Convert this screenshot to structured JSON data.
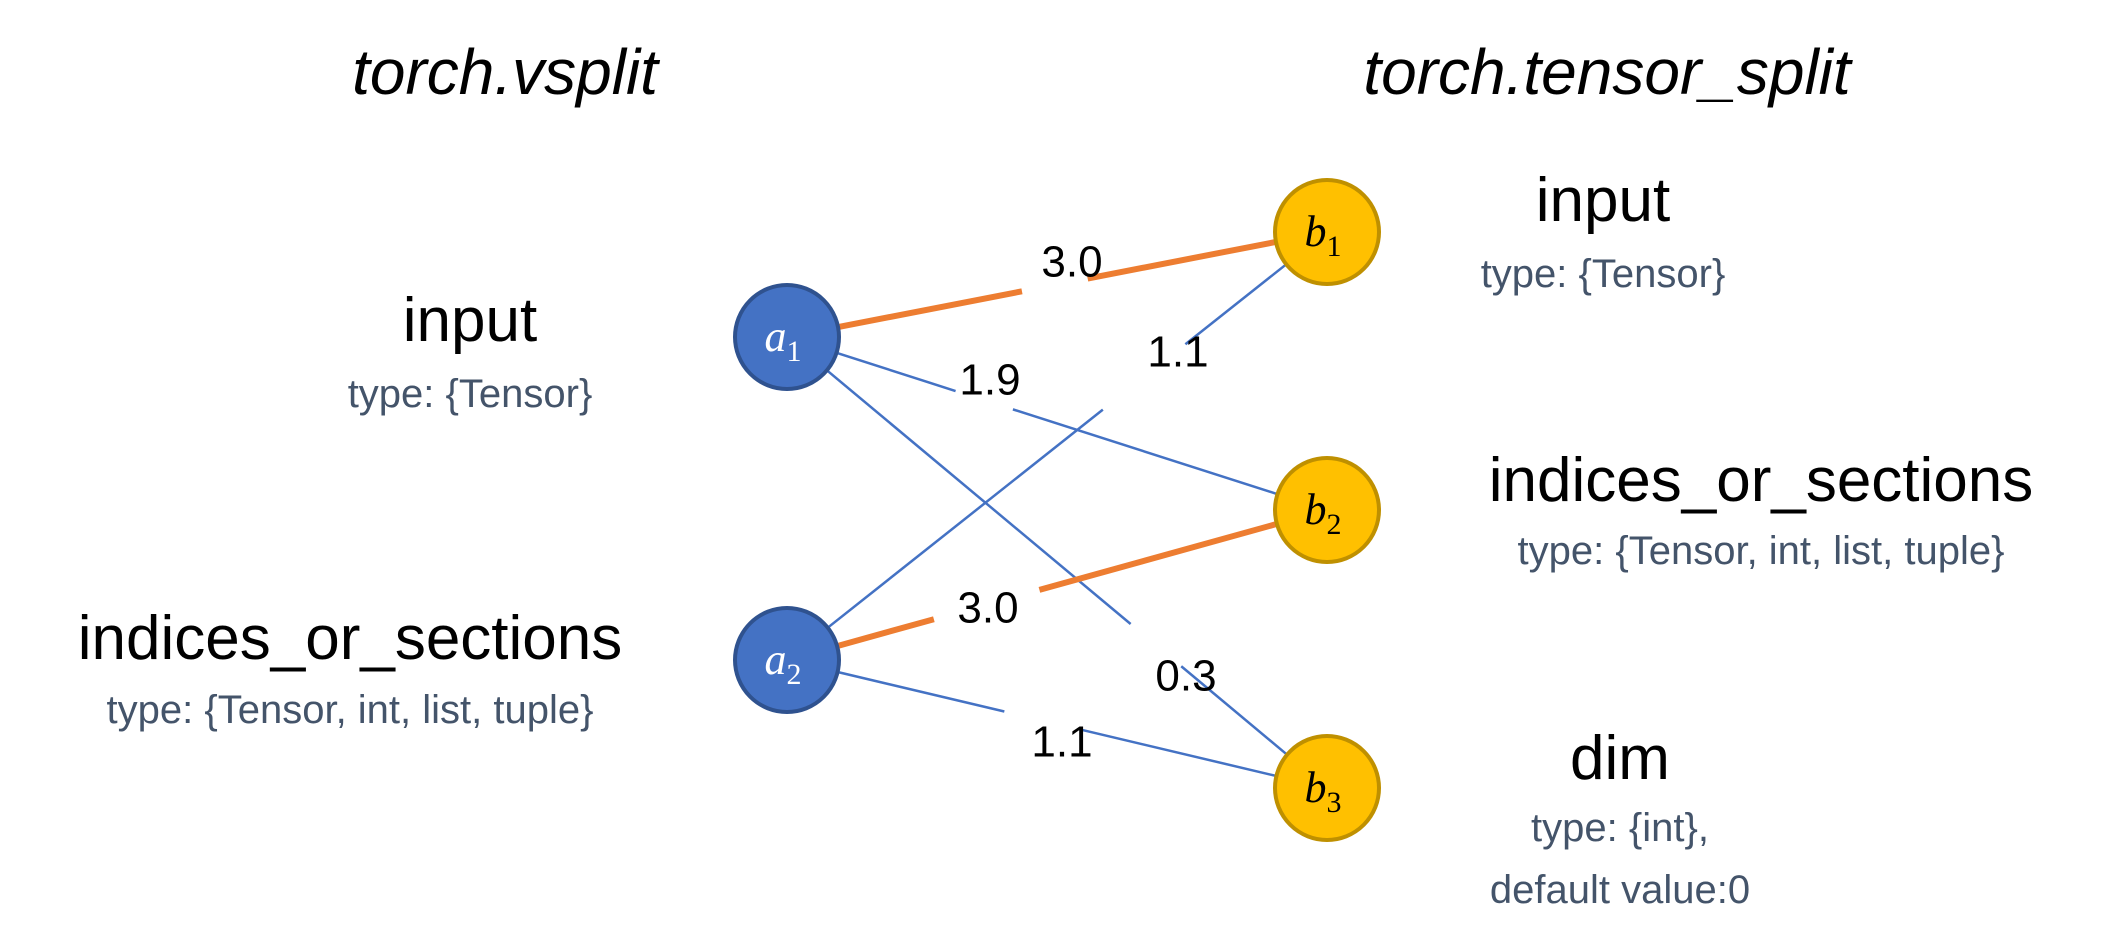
{
  "left": {
    "title": "torch.vsplit",
    "params": [
      {
        "name": "input",
        "type": "type: {Tensor}"
      },
      {
        "name": "indices_or_sections",
        "type": "type: {Tensor, int, list, tuple}"
      }
    ]
  },
  "right": {
    "title": "torch.tensor_split",
    "params": [
      {
        "name": "input",
        "type": "type: {Tensor}"
      },
      {
        "name": "indices_or_sections",
        "type": "type: {Tensor, int, list, tuple}"
      },
      {
        "name": "dim",
        "type": "type: {int},",
        "default": "default value:0"
      }
    ]
  },
  "nodes": {
    "a1": {
      "letter": "a",
      "sub": "1"
    },
    "a2": {
      "letter": "a",
      "sub": "2"
    },
    "b1": {
      "letter": "b",
      "sub": "1"
    },
    "b2": {
      "letter": "b",
      "sub": "2"
    },
    "b3": {
      "letter": "b",
      "sub": "3"
    }
  },
  "edges": [
    {
      "from": "a1",
      "to": "b1",
      "weight": "3.0",
      "highlight": true
    },
    {
      "from": "a1",
      "to": "b2",
      "weight": "1.9",
      "highlight": false
    },
    {
      "from": "a1",
      "to": "b3",
      "weight": "0.3",
      "highlight": false
    },
    {
      "from": "a2",
      "to": "b1",
      "weight": "1.1",
      "highlight": false
    },
    {
      "from": "a2",
      "to": "b2",
      "weight": "3.0",
      "highlight": true
    },
    {
      "from": "a2",
      "to": "b3",
      "weight": "1.1",
      "highlight": false
    }
  ],
  "colors": {
    "left_node_fill": "#4472c4",
    "left_node_stroke": "#2f528f",
    "right_node_fill": "#ffc000",
    "right_node_stroke": "#bf9000",
    "edge": "#4472c4",
    "highlight_edge": "#ed7d31",
    "type_text": "#44546a"
  }
}
